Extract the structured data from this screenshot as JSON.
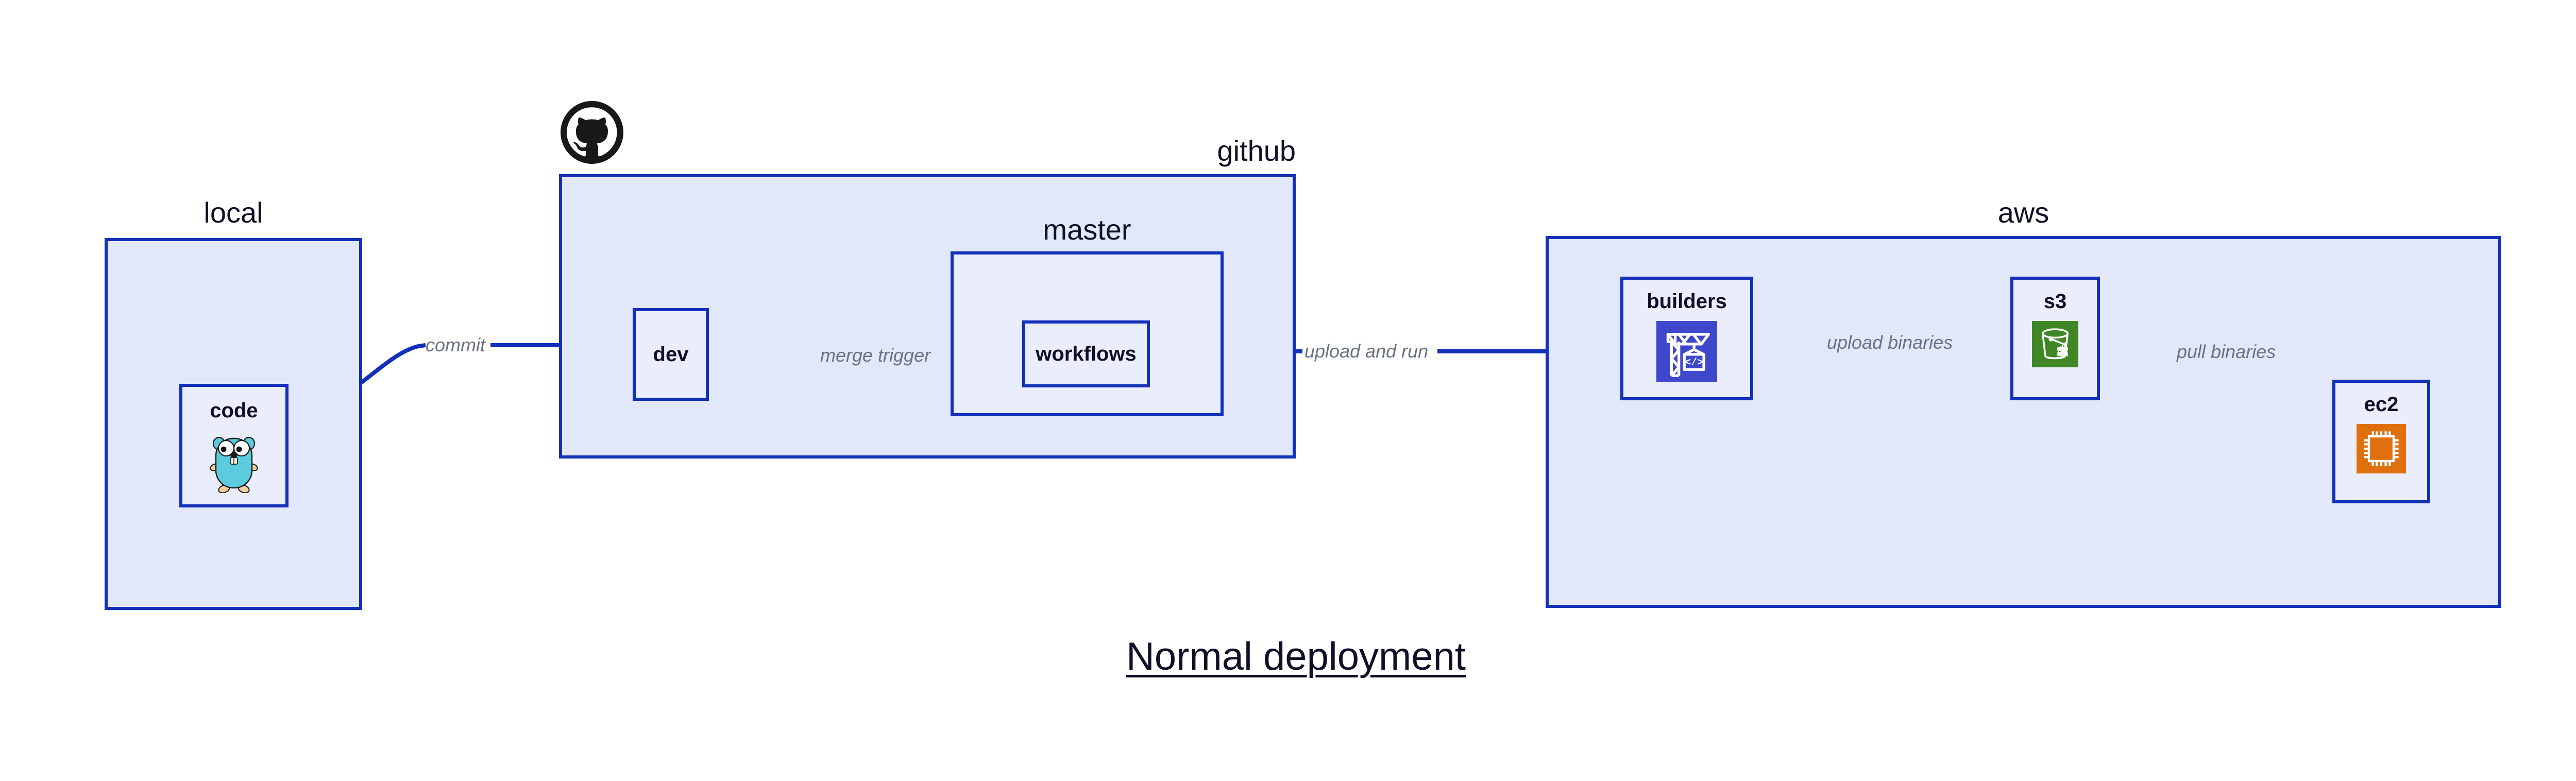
{
  "diagram": {
    "title": "Normal deployment",
    "type": "deployment-flow-diagram",
    "background_color": "#ffffff",
    "accent_color": "#1230b8",
    "group_fill": "#e2e7fa",
    "node_fill": "#e9edfc",
    "label_color": "#6b7280",
    "text_color": "#0d1026"
  },
  "groups": [
    {
      "id": "local",
      "label": "local",
      "label_align": "center",
      "nodes": [
        "code"
      ]
    },
    {
      "id": "github",
      "label": "github",
      "label_align": "right",
      "logo": "github-octocat-icon",
      "nodes": [
        "dev"
      ],
      "subgroups": [
        "master"
      ]
    },
    {
      "id": "master",
      "label": "master",
      "label_align": "center",
      "nodes": [
        "workflows"
      ]
    },
    {
      "id": "aws",
      "label": "aws",
      "label_align": "center",
      "nodes": [
        "builders",
        "s3",
        "ec2"
      ]
    }
  ],
  "nodes": [
    {
      "id": "code",
      "label": "code",
      "icon": "go-gopher-icon",
      "icon_color": "#5bccdd"
    },
    {
      "id": "dev",
      "label": "dev",
      "icon": "none",
      "icon_color": ""
    },
    {
      "id": "workflows",
      "label": "workflows",
      "icon": "none",
      "icon_color": ""
    },
    {
      "id": "builders",
      "label": "builders",
      "icon": "aws-codebuild-icon",
      "icon_color": "#3f48cc"
    },
    {
      "id": "s3",
      "label": "s3",
      "icon": "aws-s3-glacier-icon",
      "icon_color": "#3f8624"
    },
    {
      "id": "ec2",
      "label": "ec2",
      "icon": "aws-ec2-icon",
      "icon_color": "#e0700d"
    }
  ],
  "edges": [
    {
      "id": "e1",
      "from": "code",
      "to": "dev",
      "label": "commit"
    },
    {
      "id": "e2",
      "from": "dev",
      "to": "workflows",
      "label": "merge trigger"
    },
    {
      "id": "e3",
      "from": "workflows",
      "to": "builders",
      "label": "upload and run"
    },
    {
      "id": "e4",
      "from": "builders",
      "to": "s3",
      "label": "upload binaries"
    },
    {
      "id": "e5",
      "from": "s3",
      "to": "ec2",
      "label": "pull binaries"
    }
  ]
}
